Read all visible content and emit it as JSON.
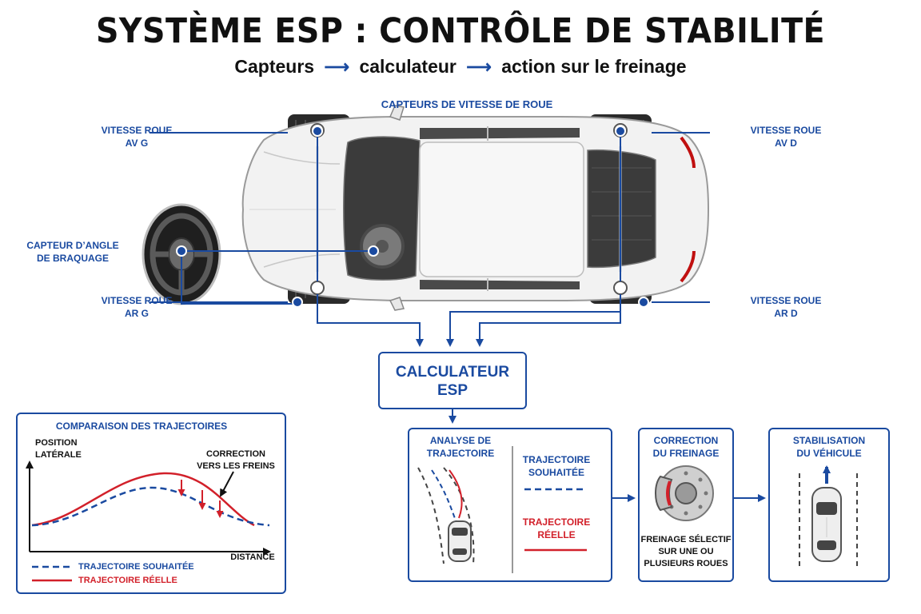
{
  "header": {
    "title": "SYSTÈME ESP : CONTRÔLE DE STABILITÉ",
    "subtitle_steps": [
      "Capteurs",
      "calculateur",
      "action sur le freinage"
    ]
  },
  "sensors": {
    "section_label": "CAPTEURS DE VITESSE DE ROUE",
    "front_left": [
      "VITESSE ROUE",
      "AV G"
    ],
    "front_right": [
      "VITESSE ROUE",
      "AV D"
    ],
    "rear_left": [
      "VITESSE ROUE",
      "AR G"
    ],
    "rear_right": [
      "VITESSE ROUE",
      "AR D"
    ],
    "steering_angle": [
      "CAPTEUR D’ANGLE",
      "DE BRAQUAGE"
    ]
  },
  "ecu": {
    "label": [
      "CALCULATEUR",
      "ESP"
    ]
  },
  "trajectory_panel": {
    "title": "COMPARAISON DES TRAJECTOIRES",
    "y_axis_label": [
      "POSITION",
      "LATÉRALE"
    ],
    "x_axis_label": "DISTANCE",
    "correction_label": [
      "CORRECTION",
      "VERS LES FREINS"
    ],
    "legend_desired": "TRAJECTOIRE SOUHAITÉE",
    "legend_actual": "TRAJECTOIRE RÉELLE"
  },
  "analysis_panel": {
    "title": [
      "ANALYSE DE",
      "TRAJECTOIRE"
    ],
    "desired_label": [
      "TRAJECTOIRE",
      "SOUHAITÉE"
    ],
    "actual_label": [
      "TRAJECTOIRE",
      "RÉELLE"
    ]
  },
  "brake_panel": {
    "title": [
      "CORRECTION",
      "DU FREINAGE"
    ],
    "caption": [
      "FREINAGE SÉLECTIF",
      "SUR UNE OU",
      "PLUSIEURS ROUES"
    ]
  },
  "stabilization_panel": {
    "title": [
      "STABILISATION",
      "DU VÉHICULE"
    ]
  },
  "colors": {
    "accent_blue": "#1a4aa0",
    "red": "#d2202a",
    "dark": "#111111",
    "car_body": "#f2f2f2"
  }
}
